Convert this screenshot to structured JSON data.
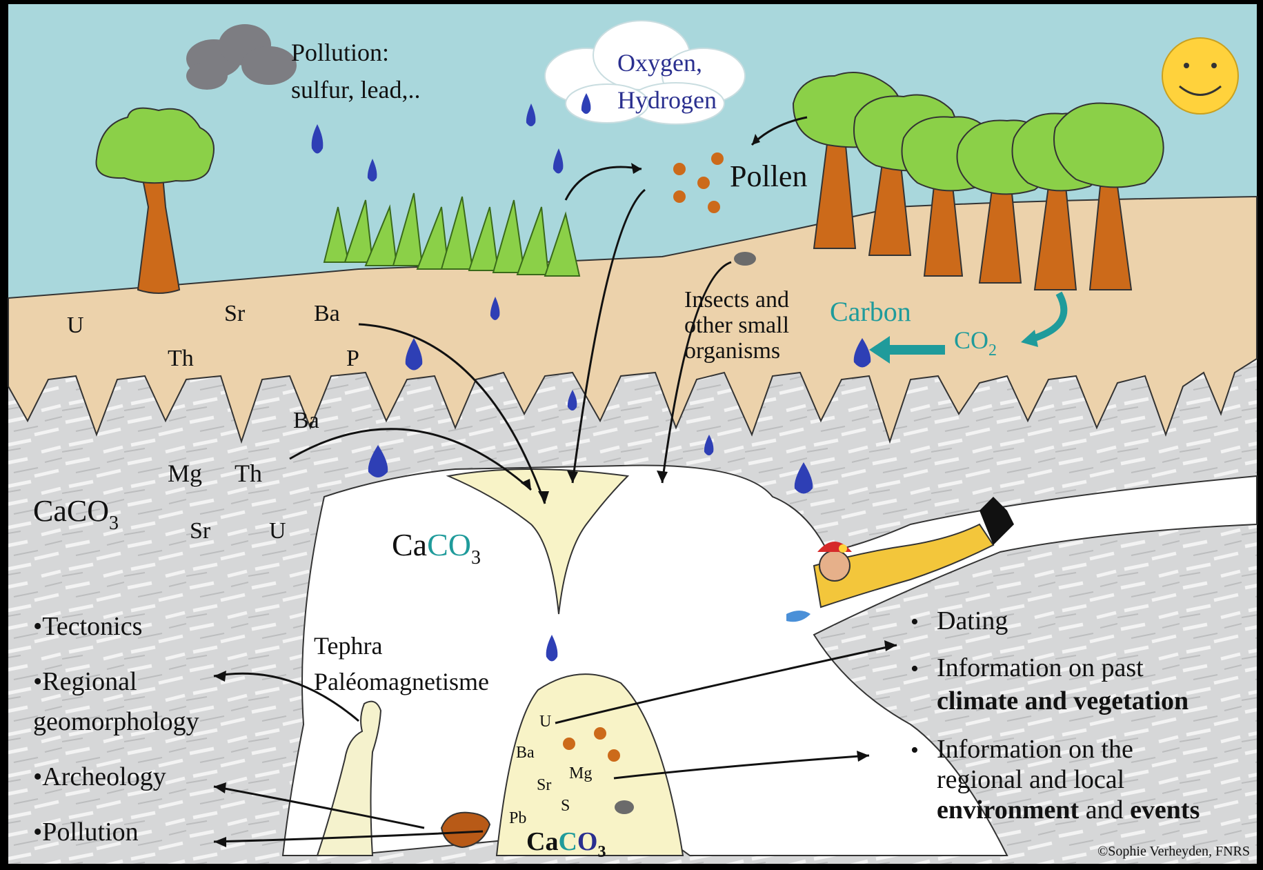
{
  "sky_labels": {
    "pollution": [
      "Pollution:",
      "sulfur, lead,.."
    ],
    "oxygen": [
      "Oxygen,",
      "Hydrogen"
    ],
    "pollen": "Pollen",
    "insects": [
      "Insects and",
      "other small",
      "organisms"
    ],
    "carbon": "Carbon",
    "co2_main": "CO",
    "co2_sub": "2"
  },
  "soil_elements": {
    "u1": "U",
    "sr1": "Sr",
    "ba1": "Ba",
    "th1": "Th",
    "p": "P"
  },
  "rock_elements": {
    "ba2": "Ba",
    "mg": "Mg",
    "th2": "Th",
    "sr2": "Sr",
    "u2": "U",
    "caco3_main": "CaCO",
    "caco3_sub": "3"
  },
  "stalactite": {
    "ca": "Ca",
    "co": "CO",
    "sub": "3"
  },
  "stalagmite": {
    "elements": {
      "u": "U",
      "ba": "Ba",
      "mg": "Mg",
      "sr": "Sr",
      "s": "S",
      "pb": "Pb"
    },
    "ca": "Ca",
    "c": "C",
    "o": "O",
    "sub": "3"
  },
  "cave_labels": [
    "Tephra",
    "Paléomagnetisme"
  ],
  "left_list": [
    [
      "•Tectonics"
    ],
    [
      "•Regional",
      "geomorphology"
    ],
    [
      "•Archeology"
    ],
    [
      "•Pollution"
    ]
  ],
  "right_list": {
    "dating": "Dating",
    "climate_1": "Information on past",
    "climate_2": "climate and vegetation",
    "env_1": "Information on the",
    "env_2": "regional and local",
    "env_3a": "environment",
    "env_3b": " and ",
    "env_3c": "events"
  },
  "credit": "©Sophie Verheyden, FNRS",
  "colors": {
    "sky": "#a9d7dc",
    "soil": "#ecd2ab",
    "rock": "#d9dada",
    "cave": "#ffffff",
    "speleothem": "#f8f3c7",
    "tree_canopy": "#8bd048",
    "tree_trunk": "#cc6a1a",
    "water_drop": "#2e3fb5",
    "oxygen_text": "#2a2f8f",
    "carbon_teal": "#1f9b9b",
    "sun": "#ffd23c",
    "pollen": "#cc6a1a"
  }
}
